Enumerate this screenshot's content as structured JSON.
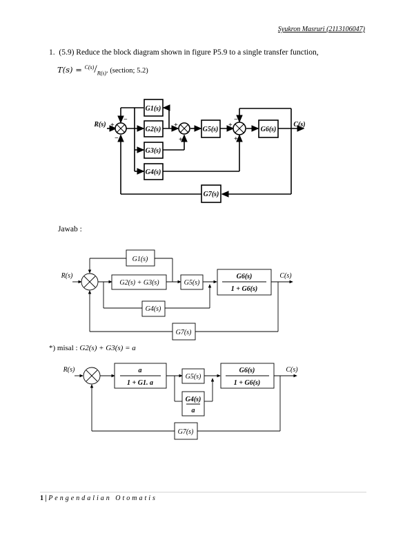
{
  "header": {
    "author": "Syukron Masruri (2113106047)"
  },
  "problem": {
    "number": "1.",
    "text": "(5.9) Reduce the block diagram shown in figure P5.9 to a single transfer function,",
    "tf_lhs": "T(s) = ",
    "tf_num": "C(s)",
    "tf_den": "R(s)",
    "tf_ref": ". (section; 5.2)"
  },
  "figure1": {
    "R": "R(s)",
    "C": "C(s)",
    "blocks": [
      "G1(s)",
      "G2(s)",
      "G3(s)",
      "G4(s)",
      "G5(s)",
      "G6(s)",
      "G7(s)"
    ],
    "signs": {
      "s1_in": "+",
      "s1_top": "−",
      "s1_bot": "−",
      "s2_in": "+",
      "s2_bot": "+",
      "s3_in": "+",
      "s3_top": "−",
      "s3_bot": "+"
    }
  },
  "answer": {
    "label": "Jawab :"
  },
  "figure2": {
    "R": "R(s)",
    "C": "C(s)",
    "g1": "G1(s)",
    "g23": "G2(s) + G3(s)",
    "g5": "G5(s)",
    "g6_num": "G6(s)",
    "g6_den": "1 + G6(s)",
    "g4": "G4(s)",
    "g7": "G7(s)"
  },
  "substitution": {
    "prefix": "*) misal : ",
    "expr": "G2(s) + G3(s) = a"
  },
  "figure3": {
    "R": "R(s)",
    "C": "C(s)",
    "a_num": "a",
    "a_den": "1 + G1. a",
    "g5": "G5(s)",
    "g4a_num": "G4(s)",
    "g4a_den": "a",
    "g6_num": "G6(s)",
    "g6_den": "1 + G6(s)",
    "g7": "G7(s)"
  },
  "footer": {
    "page": "1",
    "separator": " | ",
    "text": "Pengendalian Otomatis"
  }
}
